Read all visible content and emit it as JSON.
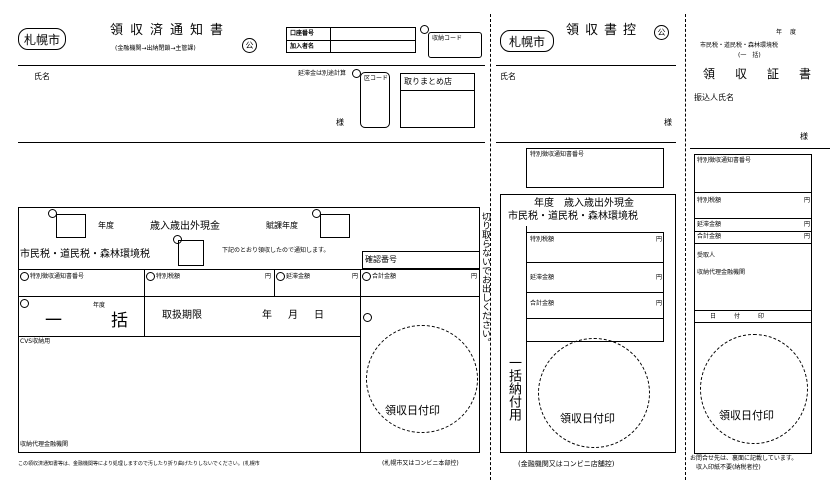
{
  "section1": {
    "city_badge": "札幌市",
    "title": "領収済通知書",
    "routing": "(金融機関→出納閉鎖→主管課)",
    "seal": "公",
    "account_number_label": "口座番号",
    "subscriber_label": "加入者名",
    "collection_code_label": "収納コード",
    "name_label": "氏名",
    "amount_note": "延滞金は別途計算",
    "ward_code_label": "区コード",
    "consolidation_store_label": "取りまとめ店",
    "sama": "様",
    "year_label": "年度",
    "fund_label": "歳入歳出外現金",
    "assessment_year_label": "賦課年度",
    "tax_title": "市民税・道民税・森林環境税",
    "notice_text": "下記のとおり領収したので通知します。",
    "confirmation_label": "確認番号",
    "special_notice_no_label": "特別徴収通知書番号",
    "special_tax_label": "特別税額",
    "delay_label": "延滞金額",
    "total_label": "合計金額",
    "yen": "円",
    "year_small": "年度",
    "ikkatsu": "一　括",
    "handling_period_label": "取扱期限",
    "date_format": "年　月　日",
    "cvs_label": "CVS収納用",
    "receipt_seal_label": "領収日付印",
    "bank_label": "収納代理金融機関",
    "vertical_notice": "切り取らないでお出しください。",
    "footer_note": "この領収済通知書等は、金融機関等により処理しますので汚したり折り曲げたりしないでください。(札幌市",
    "footer_right": "(札幌市又はコンビニ本部控)"
  },
  "section2": {
    "city_badge": "札幌市",
    "title": "領収書控",
    "seal": "公",
    "name_label": "氏名",
    "sama": "様",
    "special_notice_no_label": "特別徴収通知書番号",
    "year_fund": "年度　歳入歳出外現金",
    "tax_title": "市民税・道民税・森林環境税",
    "special_tax_label": "特別税額",
    "delay_label": "延滞金額",
    "total_label": "合計金額",
    "yen": "円",
    "vertical_label": "一括納付用",
    "receipt_seal_label": "領収日付印",
    "footer": "(金融機関又はコンビニ店舗控)"
  },
  "section3": {
    "year_label": "年　度",
    "tax_title": "市民税・道民税・森林環境税",
    "ikkatsu": "(一　括)",
    "title": "領　収　証　書",
    "payer_label": "振込人氏名",
    "sama": "様",
    "special_notice_no_label": "特別徴収通知書番号",
    "special_tax_label": "特別税額",
    "delay_label": "延滞金額",
    "total_label": "合計金額",
    "yen": "円",
    "agent_label": "受取人",
    "bank_label": "収納代理金融機関",
    "date_label": "日　付　印",
    "receipt_seal_label": "領収日付印",
    "footer1": "お問合せ先は、裏面に記載しています。",
    "footer2": "収入印紙不要(納税者控)"
  }
}
